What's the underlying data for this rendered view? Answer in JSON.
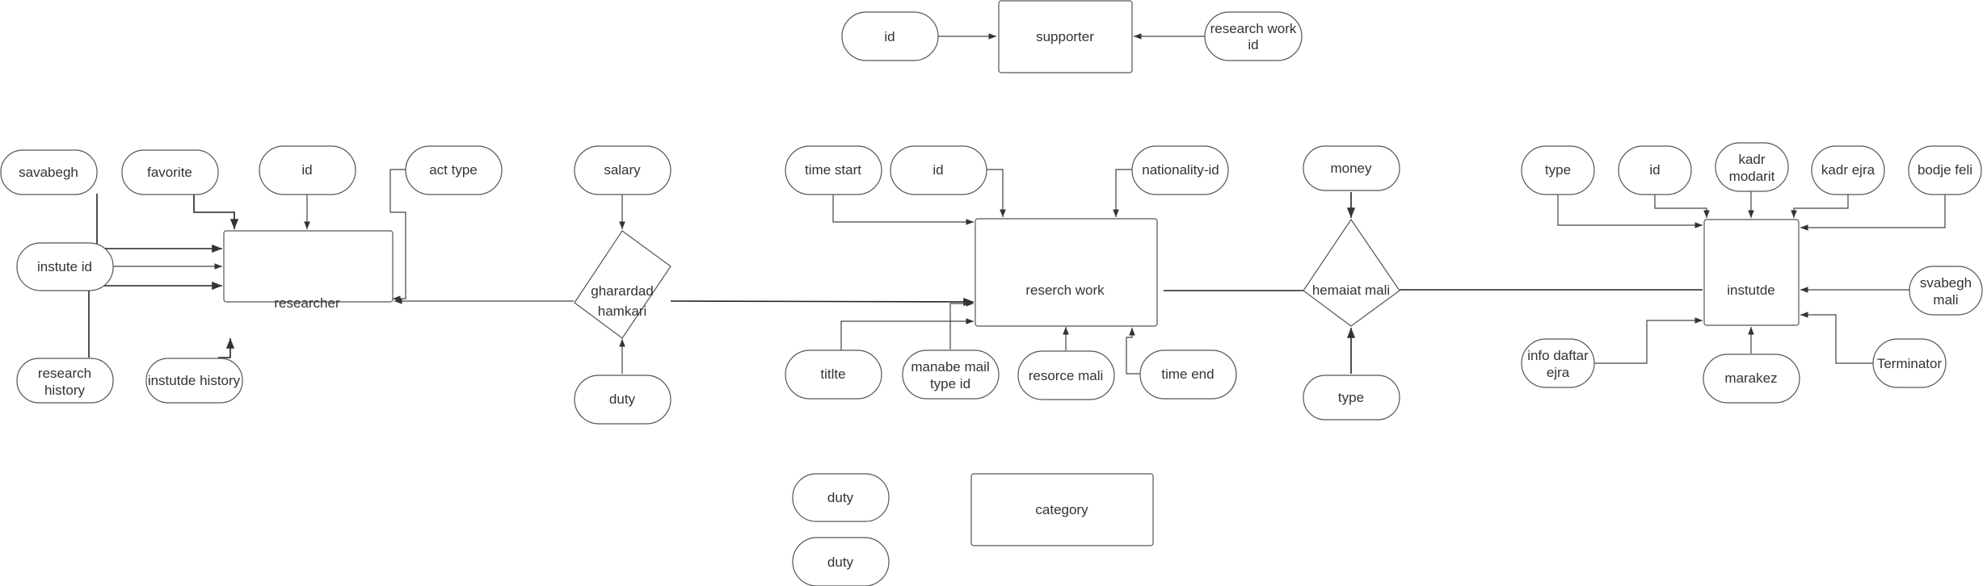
{
  "entities": {
    "supporter": "supporter",
    "researcher": "researcher",
    "reserch_work": "reserch work",
    "instutde": "instutde",
    "category": "category"
  },
  "relationships": {
    "gharardad_hamkari": [
      "gharardad",
      "hamkari"
    ],
    "hemaiat_mali": "hemaiat mali"
  },
  "attributes": {
    "supporter_id": "id",
    "supporter_research_work_id": [
      "research work",
      "id"
    ],
    "savabegh": "savabegh",
    "favorite": "favorite",
    "researcher_id": "id",
    "act_type": "act type",
    "instute_id": "instute id",
    "research_history": [
      "research",
      "history"
    ],
    "instutde_history": "instutde history",
    "salary": "salary",
    "duty_contract": "duty",
    "time_start": "time start",
    "work_id": "id",
    "nationality_id": "nationality-id",
    "title": "titlte",
    "manabe_mail_type_id": [
      "manabe mail",
      "type id"
    ],
    "resorce_mali": "resorce mali",
    "time_end": "time end",
    "money": "money",
    "support_type": "type",
    "inst_type": "type",
    "inst_id": "id",
    "kadr_modarit": [
      "kadr",
      "modarit"
    ],
    "kadr_ejra": "kadr ejra",
    "bodje_feli": "bodje feli",
    "svabegh_mali": [
      "svabegh",
      "mali"
    ],
    "info_daftar_ejra": [
      "info daftar",
      "ejra"
    ],
    "marakez": "marakez",
    "terminator": "Terminator",
    "duty_a": "duty",
    "duty_b": "duty"
  }
}
